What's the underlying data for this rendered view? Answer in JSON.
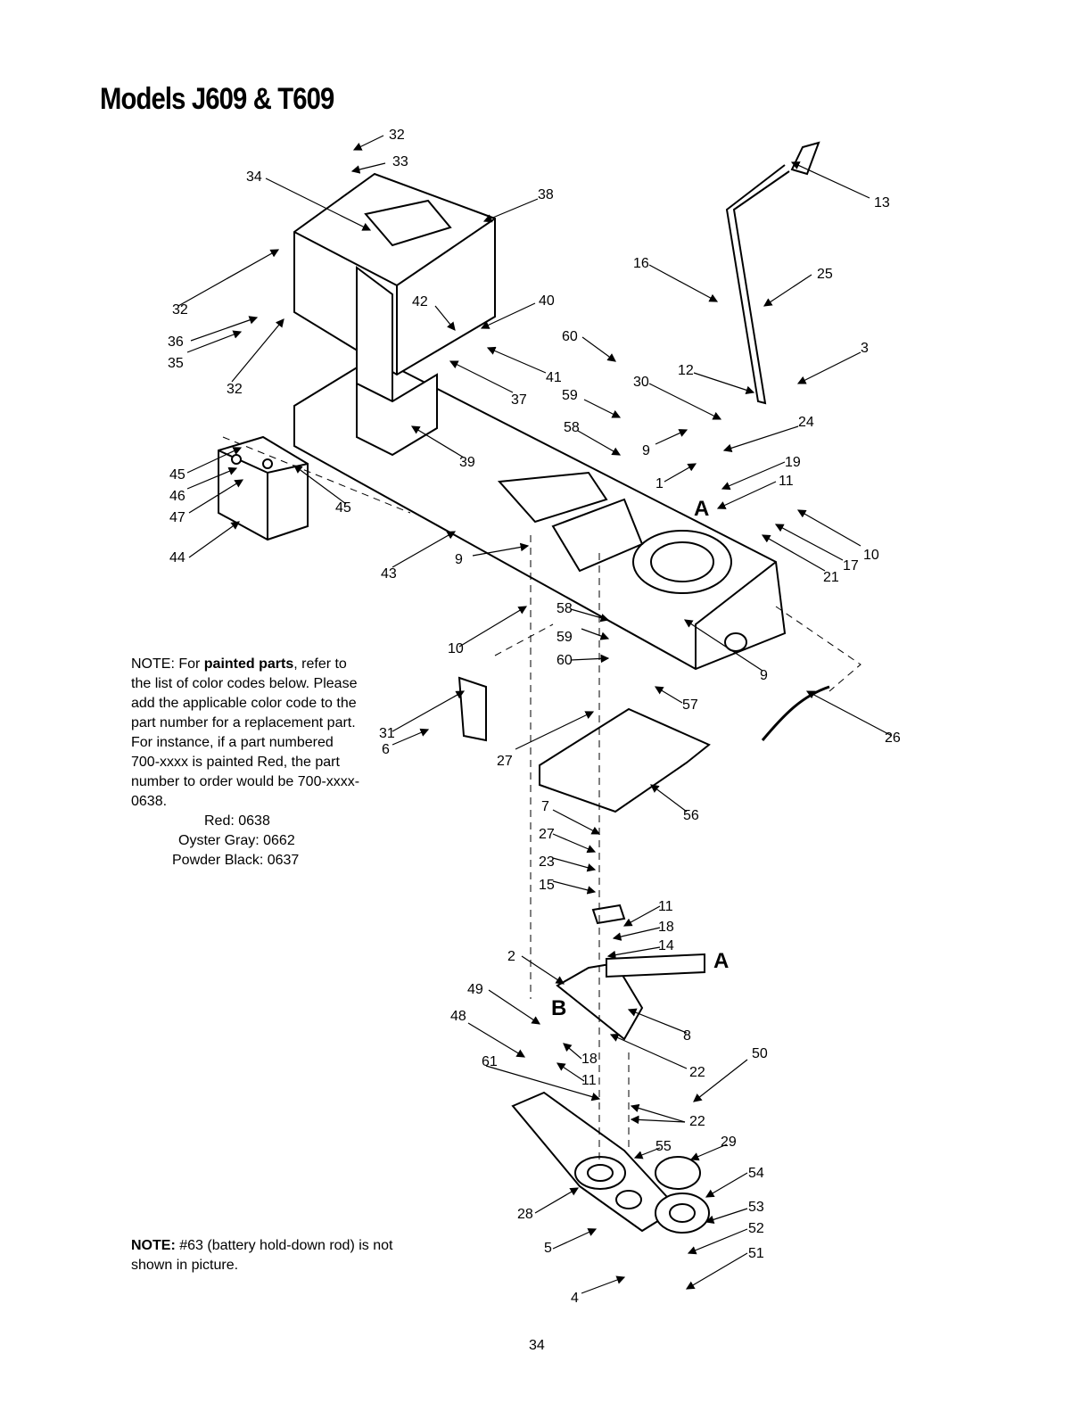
{
  "title": "Models J609 & T609",
  "note1": {
    "prefix": "NOTE: For ",
    "bold": "painted parts",
    "text": ", refer to the list of color codes below. Please add the applicable color code to the part number for a replacement part. For instance, if a part numbered 700-xxxx is painted Red, the part number to order would be 700-xxxx-0638.",
    "codes": [
      "Red: 0638",
      "Oyster Gray: 0662",
      "Powder Black: 0637"
    ]
  },
  "note2": {
    "prefix": "NOTE:",
    "text": " #63 (battery hold-down rod) is not shown in picture."
  },
  "page_number": "34",
  "callouts": [
    "32",
    "33",
    "34",
    "38",
    "13",
    "16",
    "25",
    "32",
    "36",
    "35",
    "32",
    "42",
    "40",
    "60",
    "41",
    "37",
    "3",
    "12",
    "30",
    "59",
    "24",
    "58",
    "9",
    "19",
    "1",
    "11",
    "45",
    "46",
    "47",
    "44",
    "39",
    "45",
    "43",
    "9",
    "10",
    "17",
    "21",
    "10",
    "58",
    "59",
    "60",
    "9",
    "57",
    "26",
    "31",
    "6",
    "27",
    "56",
    "7",
    "27",
    "23",
    "15",
    "11",
    "18",
    "14",
    "2",
    "49",
    "48",
    "8",
    "61",
    "18",
    "11",
    "22",
    "50",
    "22",
    "55",
    "29",
    "28",
    "54",
    "53",
    "52",
    "5",
    "51",
    "4"
  ],
  "markers": [
    "A",
    "A",
    "B"
  ]
}
